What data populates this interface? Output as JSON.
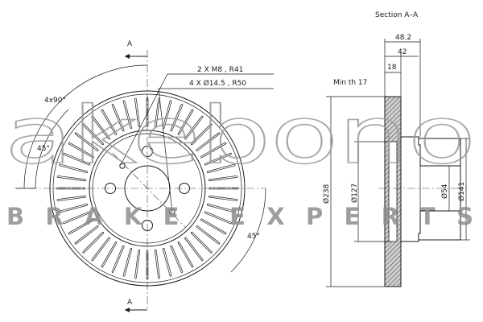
{
  "section_title": "Section A–A",
  "section_markers": [
    "A",
    "A"
  ],
  "holes_callouts": [
    "2 X M8 , R41",
    "4 X Ø14.5 , R50"
  ],
  "angle_labels": [
    "4x90°",
    "45°",
    "45°"
  ],
  "min_thickness": "Min th 17",
  "width_dims": [
    "48.2",
    "42",
    "18"
  ],
  "diameter_dims": [
    "Ø238",
    "Ø127",
    "Ø54",
    "Ø141"
  ],
  "watermark": {
    "brand": "akebono",
    "tagline": "BRAKE EXPERTS"
  }
}
